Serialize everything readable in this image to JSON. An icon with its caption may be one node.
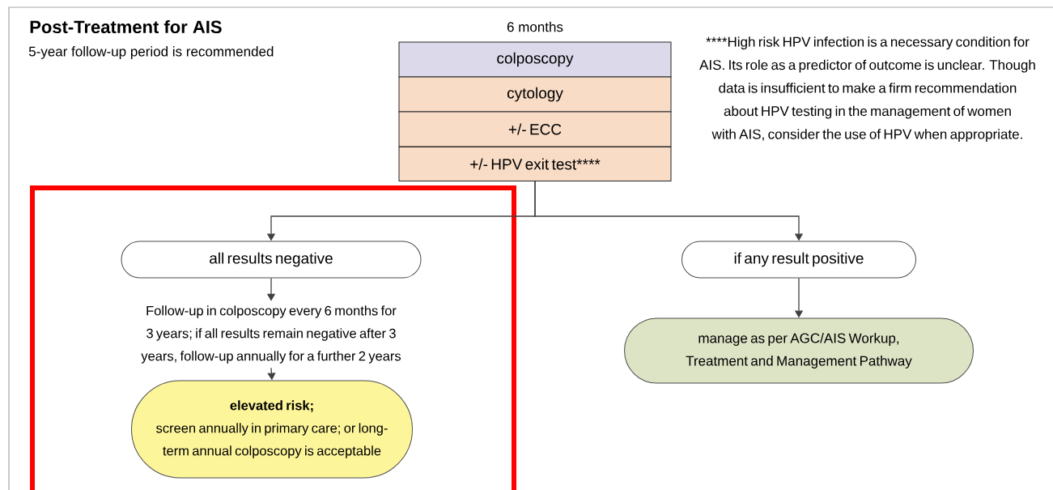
{
  "diagram": {
    "title": "Post-Treatment for AIS",
    "nodes": [
      {
        "text": [
          "colposcopy"
        ],
        "beside": [
          "6 months"
        ]
      },
      {
        "text": [
          "cytology"
        ]
      },
      {
        "text": [
          "+/-  ECC"
        ]
      },
      {
        "text": [
          "+/- HPV exit test****"
        ]
      },
      {
        "text": [],
        "shape": "box"
      },
      {
        "text": [
          "all results negative"
        ],
        "in": 4
      },
      {
        "text": [
          "Follow-up in colposcopy every 6 months for 3 years; if all results remain negative after 3 years, follow-up annually for a further 2 years"
        ],
        "in": 4
      },
      {
        "text": [
          "elevated risk;",
          "screen annually in primary care; or long-term annual colposcopy is acceptable"
        ],
        "in": 4
      },
      {
        "text": [
          "if any result positive"
        ]
      },
      {
        "text": [
          "manage as per AGC/AIS Workup, Treatment and Management Pathway"
        ]
      }
    ],
    "edges": [
      {
        "from": 3,
        "to": 5,
        "arrow": "to"
      },
      {
        "from": 3,
        "to": 8,
        "arrow": "to"
      },
      {
        "from": 5,
        "to": 6,
        "arrow": "to"
      },
      {
        "from": 6,
        "to": 7,
        "arrow": "to"
      },
      {
        "from": 8,
        "to": 9,
        "arrow": "to"
      }
    ],
    "labels": [
      "5-year follow-up period is recommended",
      "****High risk HPV infection is a necessary condition for AIS. Its role as a predictor of outcome is unclear. Though data is insufficient to make a firm recommendation about HPV testing in the management of women with AIS, consider the use of HPV when appropriate."
    ]
  }
}
